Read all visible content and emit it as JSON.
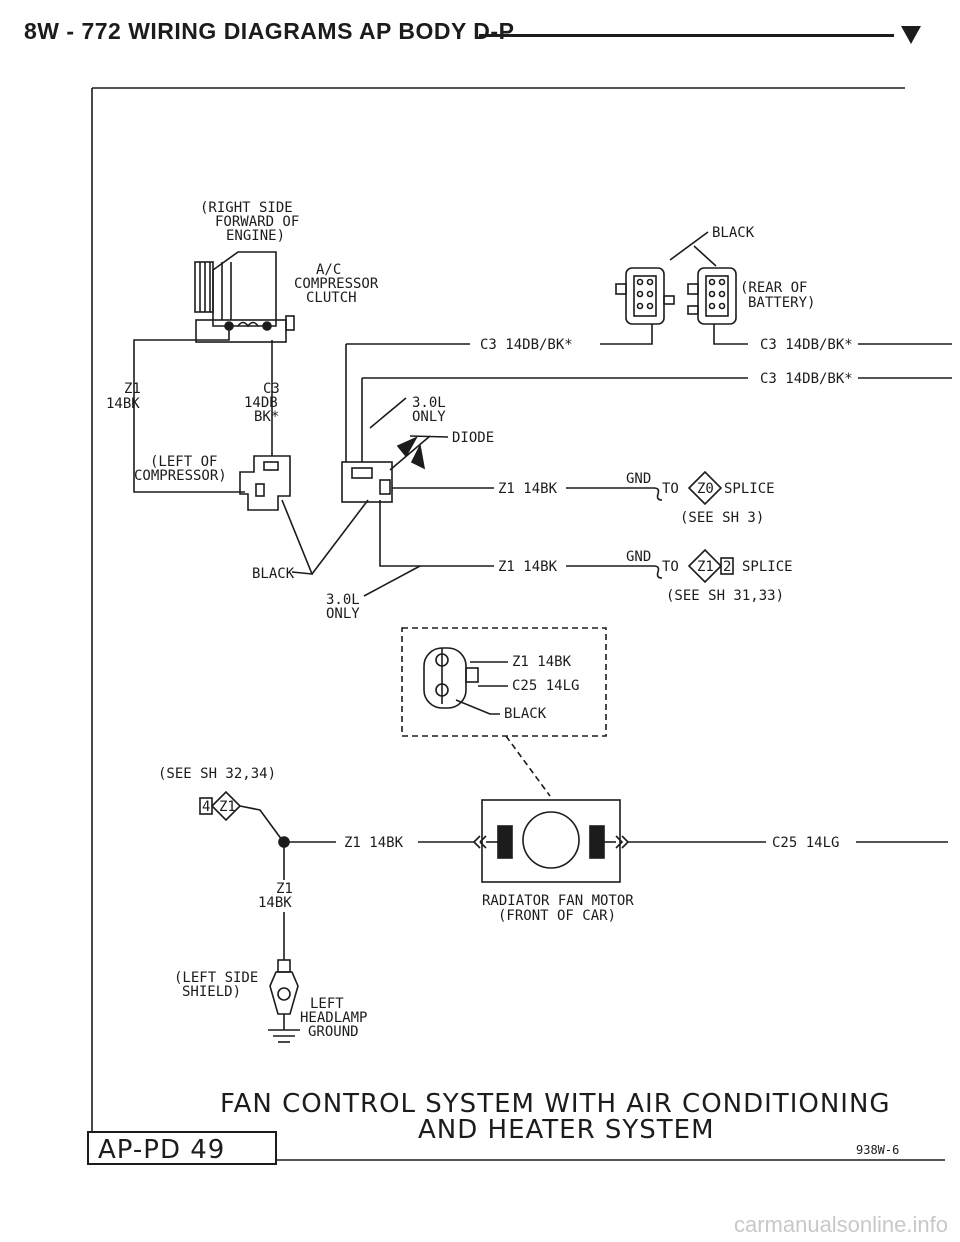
{
  "header": {
    "title": "8W - 772  WIRING DIAGRAMS AP BODY D-P"
  },
  "ac_clutch": {
    "location": [
      "(RIGHT SIDE",
      "FORWARD OF",
      "ENGINE)"
    ],
    "name": [
      "A/C",
      "COMPRESSOR",
      "CLUTCH"
    ],
    "wire_left": [
      "Z1",
      "14BK"
    ],
    "wire_right": [
      "C3",
      "14DB",
      "BK*"
    ],
    "connector_location": [
      "(LEFT OF",
      "COMPRESSOR)"
    ],
    "connector_color": "BLACK"
  },
  "diode_connector": {
    "note_top": [
      "3.0L",
      "ONLY"
    ],
    "diode": "DIODE",
    "note_bottom": [
      "3.0L",
      "ONLY"
    ]
  },
  "battery_connector": {
    "color": "BLACK",
    "location": [
      "(REAR OF",
      "BATTERY)"
    ]
  },
  "wires": {
    "c3_upper_left": "C3 14DB/BK*",
    "c3_upper_right": "C3 14DB/BK*",
    "c3_lower_right": "C3 14DB/BK*",
    "z1_a": "Z1 14BK",
    "z1_b": "Z1 14BK",
    "z1_fan": "Z1 14BK",
    "c25_fan": "C25 14LG"
  },
  "splices": {
    "gnd": "GND",
    "to": "TO",
    "z0_id": "Z0",
    "z0_label": "SPLICE",
    "z0_ref": "(SEE SH 3)",
    "z1_id": "Z1",
    "z1_num": "2",
    "z1_label": "SPLICE",
    "z1_ref": "(SEE SH 31,33)"
  },
  "fan_connector": {
    "pin1": "Z1 14BK",
    "pin2": "C25 14LG",
    "color": "BLACK"
  },
  "ground_ref": {
    "ref": "(SEE SH 32,34)",
    "num": "4",
    "id": "Z1"
  },
  "fan_motor": {
    "name": "RADIATOR FAN MOTOR",
    "location": "(FRONT OF CAR)"
  },
  "headlamp_ground": {
    "wire": [
      "Z1",
      "14BK"
    ],
    "location": [
      "(LEFT SIDE",
      "SHIELD)"
    ],
    "name": [
      "LEFT",
      "HEADLAMP",
      "GROUND"
    ]
  },
  "diagram_title": {
    "line1": "FAN CONTROL SYSTEM WITH AIR CONDITIONING",
    "line2": "AND HEATER SYSTEM"
  },
  "page_label": "AP-PD 49",
  "figure_code": "938W-6",
  "watermark": "carmanualsonline.info"
}
